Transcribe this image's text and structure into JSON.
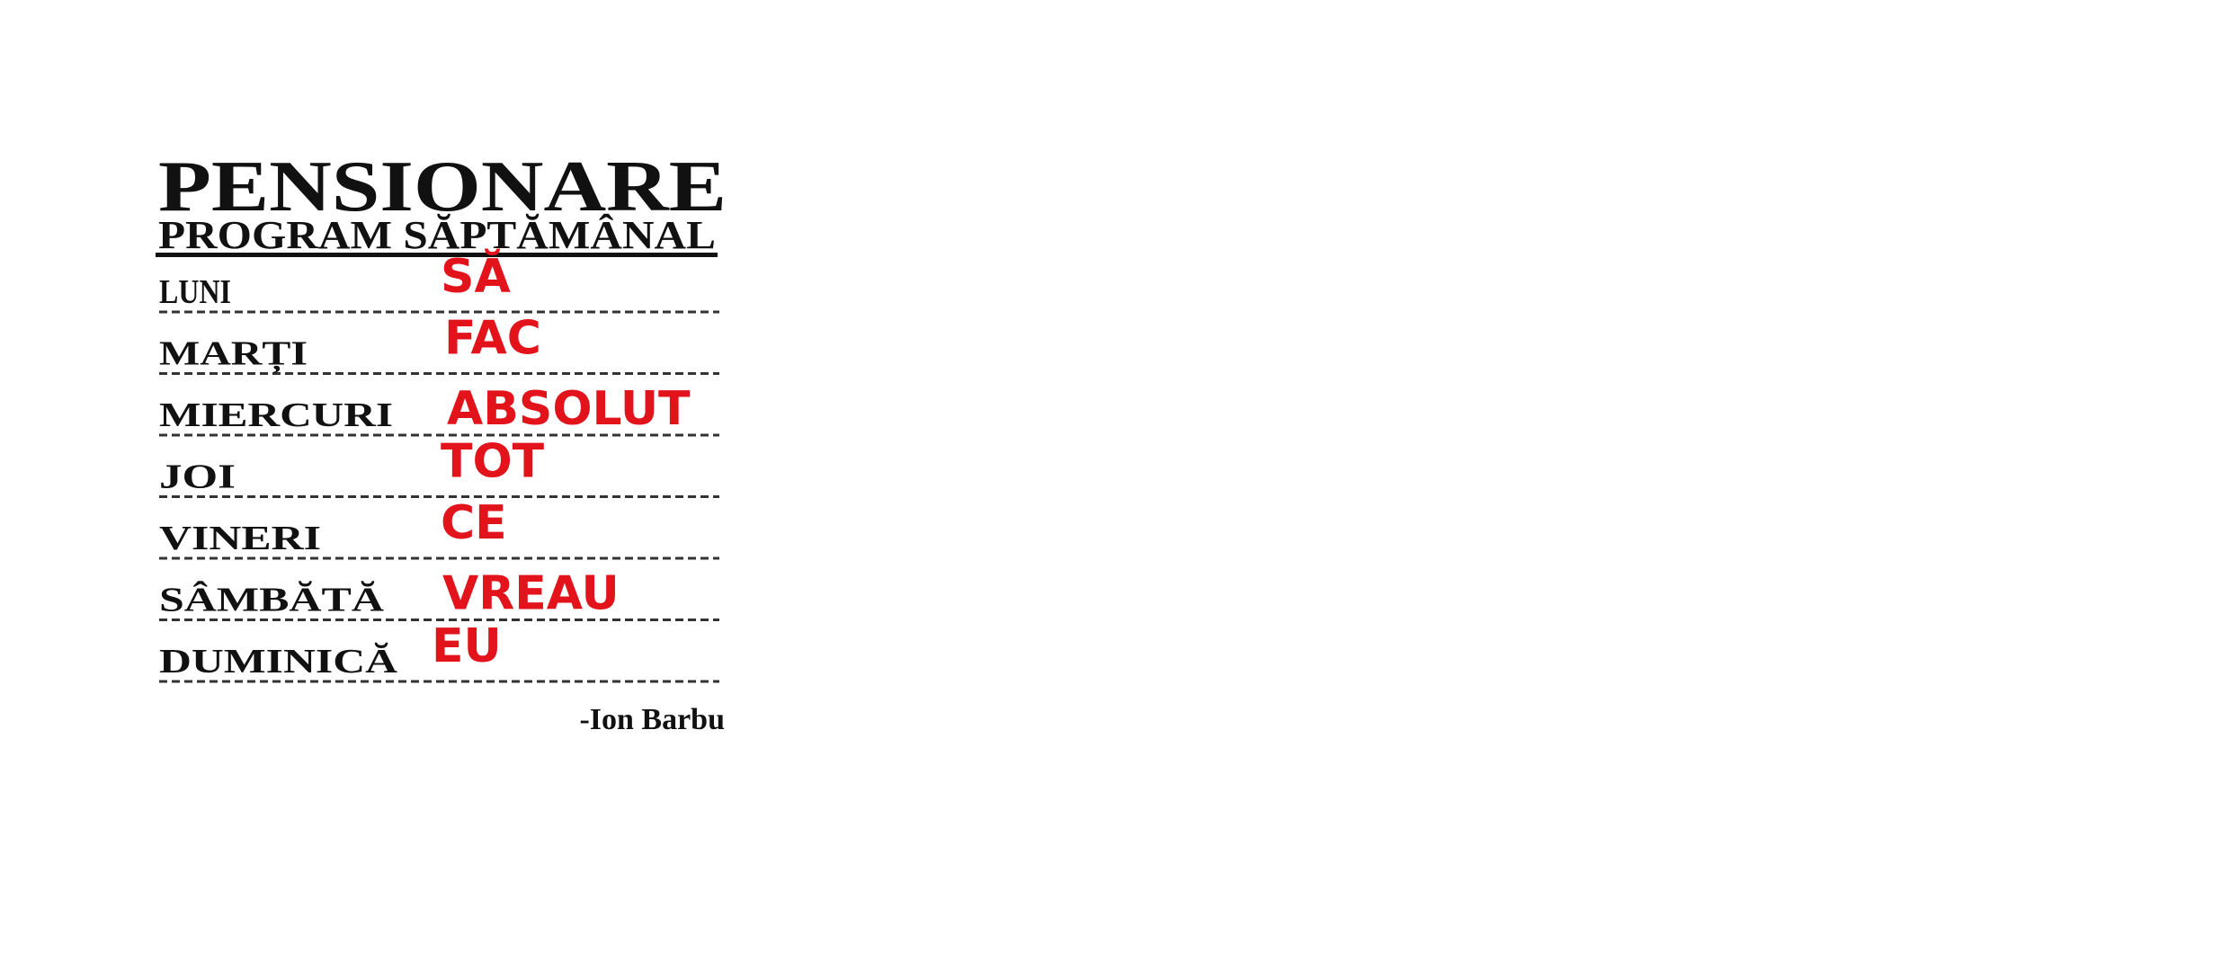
{
  "title": "PENSIONARE",
  "subtitle": "PROGRAM SĂPTĂMÂNAL",
  "schedule": [
    {
      "day": "LUNI",
      "word": "SĂ"
    },
    {
      "day": "MARȚI",
      "word": "FAC"
    },
    {
      "day": "MIERCURI",
      "word": "ABSOLUT"
    },
    {
      "day": "JOI",
      "word": "TOT"
    },
    {
      "day": "VINERI",
      "word": "CE"
    },
    {
      "day": "SÂMBĂTĂ",
      "word": "VREAU"
    },
    {
      "day": "DUMINICĂ",
      "word": "EU"
    }
  ],
  "author": "-Ion Barbu",
  "colors": {
    "ink": "#111111",
    "accent": "#e3131b"
  }
}
